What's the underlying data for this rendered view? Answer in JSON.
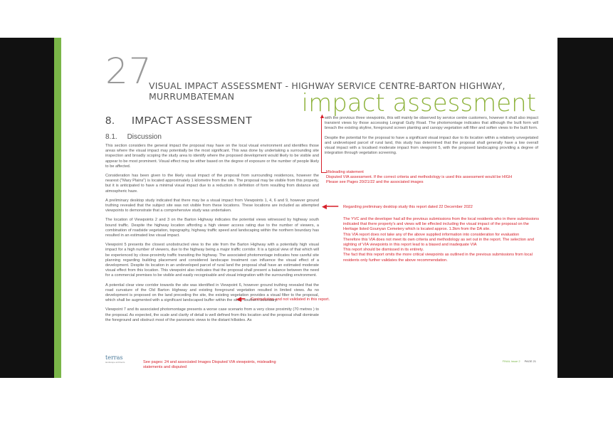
{
  "header": {
    "chapter_number": "27",
    "title": "VISUAL IMPACT ASSESSMENT - HIGHWAY SERVICE CENTRE-BARTON HIGHWAY, MURRUMBATEMAN",
    "subtitle": "impact assessment"
  },
  "section": {
    "heading": "8.     IMPACT ASSESSMENT",
    "subheading": "8.1.     Discussion"
  },
  "left_column": [
    "This section considers the general impact the proposal may have on the local visual environment and identifies those areas where the visual impact may potentially be the most significant. This was done by undertaking a surrounding site inspection and broadly scoping the study area to identify where the proposed development would likely to be visible and appear to be most prominent. Visual effect may be either based on the degree of exposure or the number of people likely to be affected.",
    "Consideration has been given to the likely visual impact of the proposal from surrounding residences, however the nearest (\"Mary Plains\") is located approximately 1 kilometre from the site. The proposal may be visible from this property, but it is anticipated to have a minimal visual impact due to a reduction in definition of form resulting from distance and atmospheric haze.",
    "A preliminary desktop study indicated that there may be a visual impact from Viewpoints 1, 4, 6 and 9, however ground truthing revealed that the subject site was not visible from these locations. These locations are included as attempted viewpoints to demonstrate that a comprehensive study was undertaken.",
    "The location of Viewpoints 2 and 3 on the Barton Highway indicates the potential views witnessed by highway south bound traffic. Despite the highway location affording a high viewer access rating due to the number of viewers, a combination of roadside vegetation, topography, highway traffic speed and landscaping within the northern boundary has resulted in an estimated low visual impact.",
    "Viewpoint 5 presents the closest unobstructed view to the site from the Barton Highway with a potentially high visual impact for a high number of viewers, due to the highway being a major traffic corridor. It is a typical view of that which will be experienced by close-proximity traffic transiting the highway. The associated photomontage indicates how careful site planning regarding building placement and considered landscape treatment can influence the visual effect of a development. Despite its location in an undeveloped parcel of rural land the proposal shall have an estimated moderate visual effect from this location. This viewpoint also indicates that the proposal shall present a balance between the need for a commercial premises to be visible and easily recognisable and visual integration with the surrounding environment.",
    "A potential clear view corridor towards the site was identified in Viewpoint 6, however ground truthing revealed that the road curvature of the Old Barton Highway and existing foreground vegetation resulted in limited views. As no development is proposed on the land preceding the site, the existing vegetation provides a visual filter to the proposal, which shall be augmented with a significant landscaped buffer within the site's southern boundary.",
    "Viewpoint 7 and its associated photomontage presents a worse case scenario from a very close proximity (70 metres ) to the proposal. As expected, the scale and clarity of detail is well defined from this location and the proposal shall dominate the foreground and obstruct most of the panoramic views to the distant hillsides. As"
  ],
  "right_column": [
    "with the previous three viewpoints, this will mainly be observed by service centre customers, however it shall also impact transient views by those accessing Longrail Gully Road. The photomontage indicates that although the built form will breach the existing skyline, foreground screen planting and canopy vegetation will filter and soften views to the built form.",
    "Despite the potential for the proposal to have a significant visual impact due to its location within a relatively unvegetated and undeveloped parcel of rural land, this study has determined that the proposal shall generally have a low overall visual impact with a localised moderate impact from viewpoint 5, with the proposed landscaping providing a degree of integration through vegetation screening."
  ],
  "annotations": {
    "misleading_title": "Misleading statement",
    "misleading_line2": "Disputed VIA assessment. If the correct criteria and methodology is used this assessment would be HIGH",
    "misleading_line3": "Please see Pages 20/21/22 and the associated images",
    "desktop_study": "Regarding preliminary desktop study this report dated 22 December 2022",
    "yvc_block": [
      "The YVC and the developer had all the previous submissions from the local residents who in there submissions indicated that there property's and views will be effected including the visual impact of the proposal on the Heritage listed Gounyan Cemetery which is located approx. 1.3km from the DA site.",
      "This VIA report does not take any of the above supplied information into consideration for evaluation",
      "Therefore this VIA does not meet its own criteria and methodology as set out in the report. The selection and sighting of VIA viewpoints in this report lead to a biased and inadequate VIA",
      "This report should be dismissed in its entirety.",
      "The fact that this report omits the more critical viewpoints as outlined in the previous submissions from local residents only further validates the above recommendation."
    ],
    "contradiction": "Contradiction and not validated in this report.",
    "see_pages": "See pages: 24 and associated Images Disputed VIA viewpoints, misleading statements and disputed"
  },
  "footer": {
    "logo": "terras",
    "logo_sub": "landscape architects",
    "right_label": "FINAL  issue 2",
    "page": "PAGE 21"
  },
  "colors": {
    "green": "#7ab648",
    "subtitle_green": "#8fb33e",
    "annotation_red": "#d6202a"
  }
}
